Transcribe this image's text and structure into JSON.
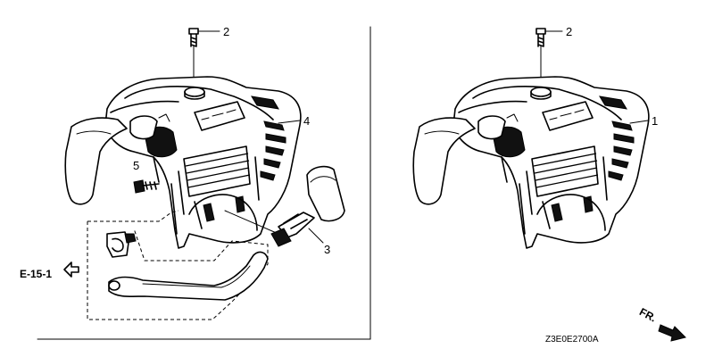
{
  "callouts": {
    "bolt_left": "2",
    "bolt_right": "2",
    "cover_left": "4",
    "cover_right": "1",
    "screw": "5",
    "grip": "3"
  },
  "reference": "E-15-1",
  "front_mark": "FR.",
  "diagram_code": "Z3E0E2700A",
  "icons": {
    "reference_arrow": "hollow-left-arrow-icon",
    "front_arrow": "bold-diagonal-arrow-icon"
  }
}
